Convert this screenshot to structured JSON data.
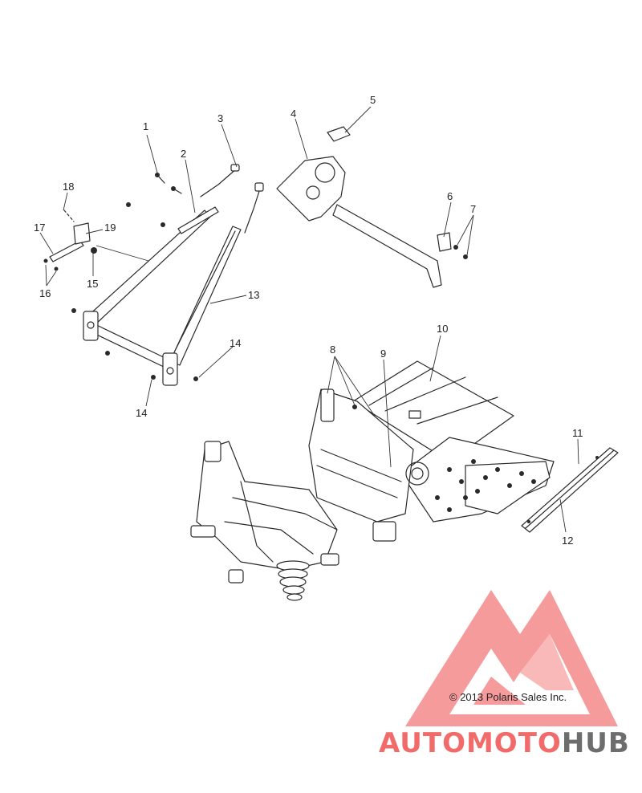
{
  "diagram": {
    "callouts": [
      "1",
      "2",
      "3",
      "4",
      "5",
      "6",
      "7",
      "8",
      "9",
      "10",
      "11",
      "12",
      "13",
      "14",
      "14",
      "15",
      "16",
      "17",
      "18",
      "19"
    ]
  },
  "footer": {
    "copyright": "© 2013 Polaris Sales Inc."
  },
  "watermark": {
    "part1": "AUTOMOTO",
    "part2": "HUB",
    "color_primary": "#f26b6b",
    "color_secondary": "#f5c06a",
    "color_hub": "#6d6d6d"
  }
}
